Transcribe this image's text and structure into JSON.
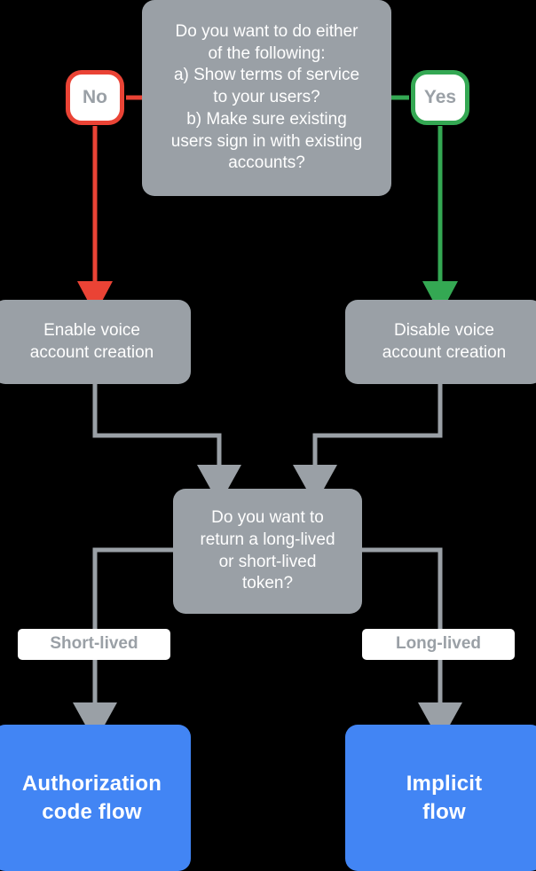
{
  "diagram": {
    "title": "Account linking flow decision chart",
    "background_color": "#000000",
    "colors": {
      "node_grey": "#9aa0a6",
      "node_blue": "#4285f4",
      "edge_grey": "#9aa0a6",
      "edge_red": "#ea4335",
      "edge_green": "#34a853",
      "chip_background": "#ffffff",
      "chip_text": "#9aa0a6",
      "node_text": "#ffffff"
    },
    "nodes": {
      "question_terms": {
        "text": "Do you want to do either\nof the following:\na) Show terms of service\nto your users?\nb) Make sure existing\nusers sign in with existing\naccounts?",
        "type": "decision"
      },
      "answer_no": {
        "text": "No",
        "type": "answer-chip",
        "accent": "#ea4335"
      },
      "answer_yes": {
        "text": "Yes",
        "type": "answer-chip",
        "accent": "#34a853"
      },
      "enable_voice": {
        "text": "Enable voice\naccount creation",
        "type": "process"
      },
      "disable_voice": {
        "text": "Disable voice\naccount creation",
        "type": "process"
      },
      "question_token": {
        "text": "Do you want to\nreturn a long-lived\nor short-lived\ntoken?",
        "type": "decision"
      },
      "label_short_lived": {
        "text": "Short-lived",
        "type": "edge-label"
      },
      "label_long_lived": {
        "text": "Long-lived",
        "type": "edge-label"
      },
      "auth_code_flow": {
        "text": "Authorization\ncode flow",
        "type": "terminal"
      },
      "implicit_flow": {
        "text": "Implicit\nflow",
        "type": "terminal"
      }
    }
  }
}
